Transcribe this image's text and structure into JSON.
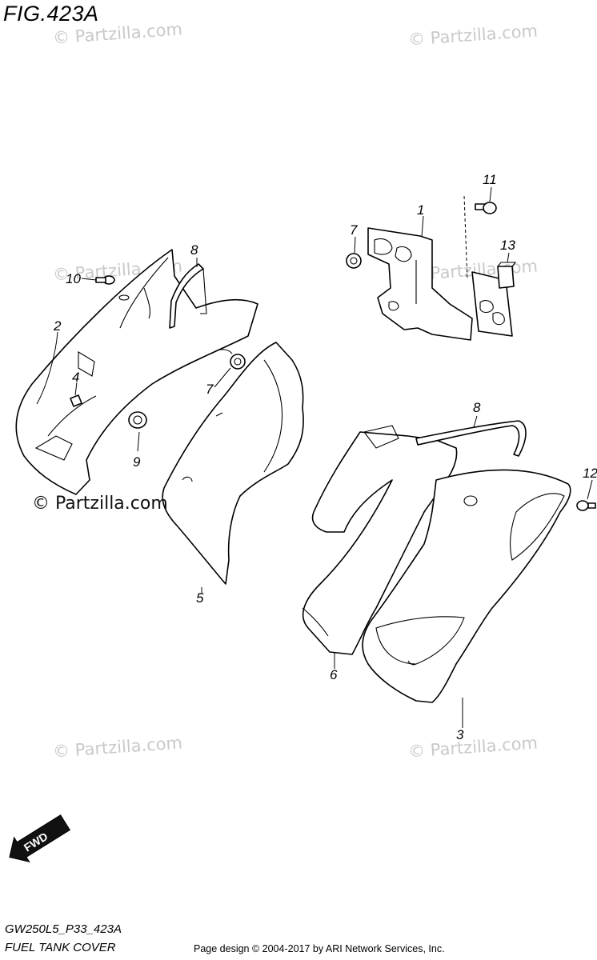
{
  "figure_title": "FIG.423A",
  "watermark_text": "© Partzilla.com",
  "watermark_strong_text": "© Partzilla.com",
  "parts": {
    "p1": "1",
    "p2": "2",
    "p3": "3",
    "p4": "4",
    "p5": "5",
    "p6": "6",
    "p7a": "7",
    "p7b": "7",
    "p8a": "8",
    "p8b": "8",
    "p9": "9",
    "p10": "10",
    "p11": "11",
    "p12": "12",
    "p13": "13"
  },
  "fwd_label": "FWD",
  "footer": {
    "code": "GW250L5_P33_423A",
    "name": "FUEL TANK COVER",
    "copyright": "Page design © 2004-2017 by ARI Network Services, Inc."
  },
  "colors": {
    "line": "#000000",
    "watermark": "#c9c9c9",
    "background": "#ffffff"
  }
}
